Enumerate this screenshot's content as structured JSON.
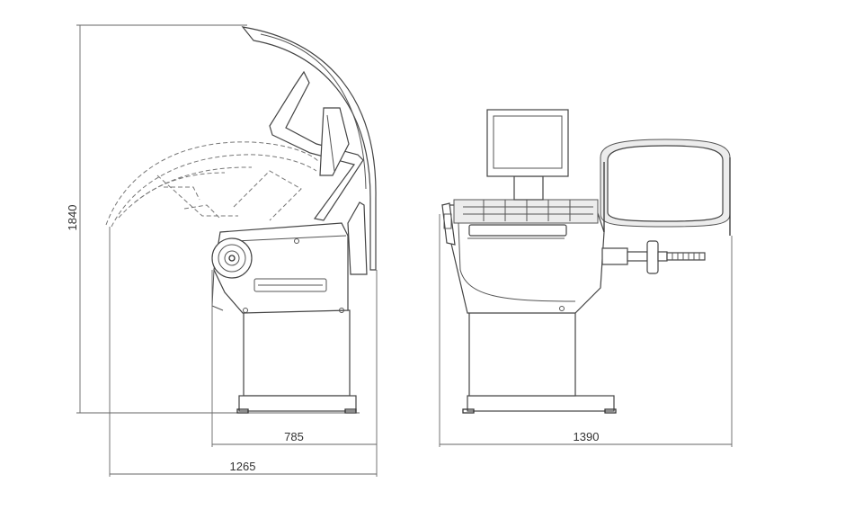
{
  "dimensions": {
    "height": "1840",
    "depth_base": "785",
    "depth_open": "1265",
    "width": "1390"
  },
  "colors": {
    "line": "#555555",
    "background": "#ffffff"
  }
}
